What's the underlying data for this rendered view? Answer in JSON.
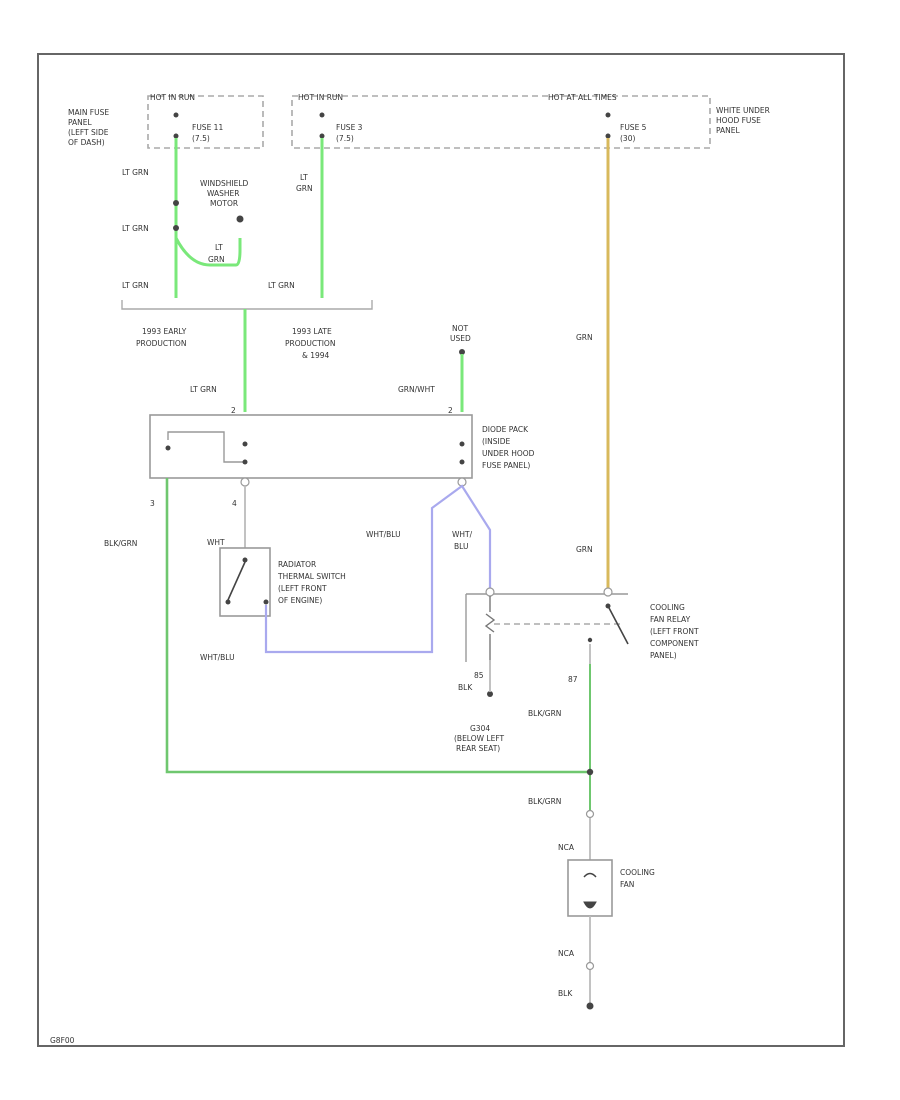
{
  "colors": {
    "wire_lt_grn": "#7ae87a",
    "wire_grn": "#d8b95c",
    "wire_wht_blu": "#a9a9ee",
    "wire_blk_grn": "#6fc76f",
    "wire_gray": "#bbbbbb",
    "frame": "#666666"
  },
  "fuse_boxes": {
    "left": {
      "header": "HOT IN RUN",
      "fuse": "FUSE 11",
      "rating": "(7.5)"
    },
    "middle": {
      "header": "HOT IN RUN",
      "fuse": "FUSE 3",
      "rating": "(7.5)"
    },
    "right": {
      "header": "HOT AT ALL TIMES",
      "fuse": "FUSE 5",
      "rating": "(30)"
    }
  },
  "labels": {
    "main_fuse_panel": [
      "MAIN FUSE",
      "PANEL",
      "(LEFT SIDE",
      "OF DASH)"
    ],
    "under_hood_fuse_panel": [
      "WHITE UNDER",
      "HOOD FUSE",
      "PANEL"
    ],
    "washer_motor": [
      "WINDSHIELD",
      "WASHER",
      "MOTOR"
    ],
    "early_production": [
      "1993 EARLY",
      "PRODUCTION"
    ],
    "late_production": [
      "1993 LATE",
      "PRODUCTION",
      "& 1994"
    ],
    "not_used": [
      "NOT",
      "USED"
    ],
    "diode_pack": [
      "DIODE PACK",
      "(INSIDE",
      "UNDER HOOD",
      "FUSE PANEL)"
    ],
    "radiator_switch": [
      "RADIATOR",
      "THERMAL SWITCH",
      "(LEFT FRONT",
      "OF ENGINE)"
    ],
    "cooling_fan_relay": [
      "COOLING",
      "FAN RELAY",
      "(LEFT FRONT",
      "COMPONENT",
      "PANEL)"
    ],
    "ground_g304": [
      "G304",
      "(BELOW LEFT",
      "REAR SEAT)"
    ],
    "cooling_fan": [
      "COOLING",
      "FAN"
    ],
    "diagram_id": "G8F00"
  },
  "wire_labels": {
    "lt_grn_1": "LT GRN",
    "lt_grn_2": "LT GRN",
    "lt_grn_3": "LT",
    "lt_grn_4": "GRN",
    "lt_grn_5": "LT GRN",
    "lt_grn_6": "LT GRN",
    "lt_grn_vert": [
      "LT",
      "GRN"
    ],
    "lt_grn_7": "LT GRN",
    "grn_wht": "GRN/WHT",
    "grn_1": "GRN",
    "grn_2": "GRN",
    "blk_grn_1": "BLK/GRN",
    "wht_blu_1": "WHT/BLU",
    "wht_blu_2": [
      "WHT/",
      "BLU"
    ],
    "wht_blu_3": "WHT/BLU",
    "blk_grn_2": "BLK/GRN",
    "blk_grn_3": "BLK/GRN",
    "blk_1": "BLK",
    "blk_2": "BLK",
    "nca_1": "NCA",
    "nca_2": "NCA",
    "wht": "WHT"
  },
  "pins": {
    "diode_2a": "2",
    "diode_2b": "2",
    "diode_3": "3",
    "diode_4": "4",
    "relay_85": "85",
    "relay_87": "87"
  }
}
